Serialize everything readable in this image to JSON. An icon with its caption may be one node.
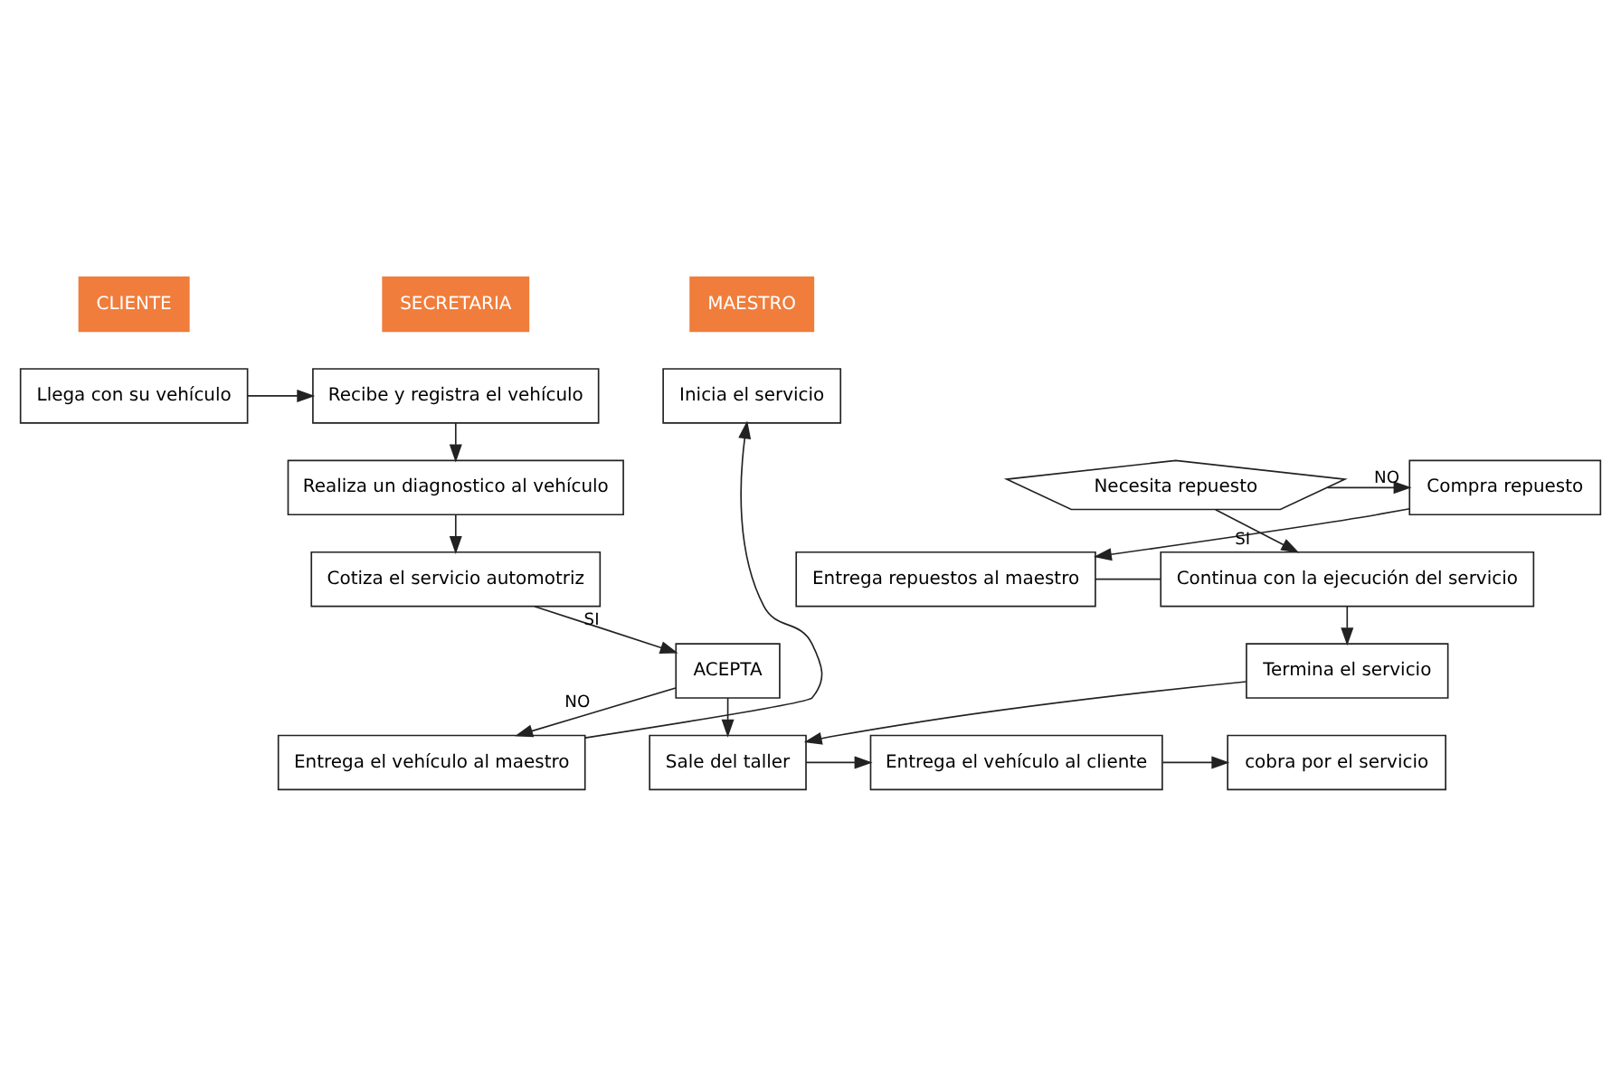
{
  "diagram": {
    "nodes": [
      {
        "text": [
          "CLIENTE"
        ]
      },
      {
        "text": [
          "SECRETARIA"
        ]
      },
      {
        "text": [
          "MAESTRO"
        ]
      },
      {
        "text": [
          "Llega con su vehículo"
        ]
      },
      {
        "text": [
          "Recibe y registra el vehículo"
        ]
      },
      {
        "text": [
          "Inicia el servicio"
        ]
      },
      {
        "text": [
          "Compra repuesto"
        ]
      },
      {
        "text": [
          "Necesita repuesto"
        ]
      },
      {
        "text": [
          "Realiza un diagnostico al vehículo"
        ]
      },
      {
        "text": [
          "Entrega repuestos al maestro"
        ]
      },
      {
        "text": [
          "Continua con la ejecución del servicio"
        ]
      },
      {
        "text": [
          "Cotiza el servicio automotriz"
        ]
      },
      {
        "text": [
          "ACEPTA"
        ]
      },
      {
        "text": [
          "Termina el servicio"
        ]
      },
      {
        "text": [
          "Entrega el vehículo al maestro"
        ]
      },
      {
        "text": [
          "Sale del taller"
        ]
      },
      {
        "text": [
          "Entrega el vehículo al cliente"
        ]
      },
      {
        "text": [
          "cobra por el servicio"
        ]
      }
    ],
    "edges": [
      {
        "from": 3,
        "to": 4,
        "arrow": "to"
      },
      {
        "from": 4,
        "to": 8,
        "arrow": "to"
      },
      {
        "from": 8,
        "to": 11,
        "arrow": "to"
      },
      {
        "from": 11,
        "to": 12,
        "arrow": "to",
        "label": "SI"
      },
      {
        "from": 12,
        "to": 15,
        "arrow": "to"
      },
      {
        "from": 12,
        "to": 14,
        "arrow": "to",
        "label": "NO"
      },
      {
        "from": 14,
        "to": 5,
        "arrow": "to"
      },
      {
        "from": 7,
        "to": 6,
        "arrow": "to",
        "label": "NO"
      },
      {
        "from": 6,
        "to": 9,
        "arrow": "to"
      },
      {
        "from": 9,
        "to": 10,
        "arrow": "none"
      },
      {
        "from": 7,
        "to": 10,
        "arrow": "to",
        "label": "SI"
      },
      {
        "from": 10,
        "to": 13,
        "arrow": "to"
      },
      {
        "from": 13,
        "to": 15,
        "arrow": "to"
      },
      {
        "from": 15,
        "to": 16,
        "arrow": "to"
      },
      {
        "from": 16,
        "to": 17,
        "arrow": "to"
      }
    ]
  }
}
